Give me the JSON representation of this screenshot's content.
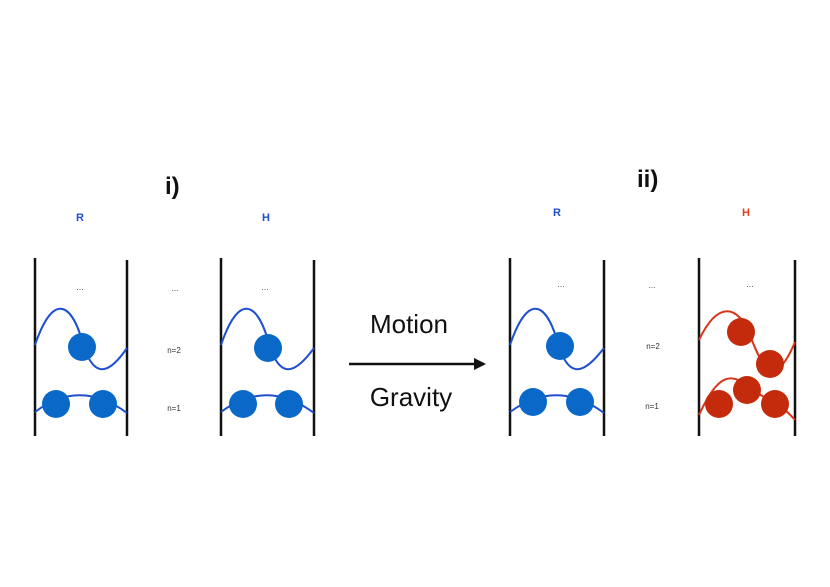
{
  "panels": {
    "left_label": "i)",
    "right_label": "ii)"
  },
  "boxes": [
    {
      "id": "i-R",
      "label": "R",
      "label_color": "#1f4fcf",
      "particle_color": "#0a68c9",
      "wave_color": "#1f4fcf",
      "dots": "..."
    },
    {
      "id": "i-H",
      "label": "H",
      "label_color": "#1f4fcf",
      "particle_color": "#0a68c9",
      "wave_color": "#1f4fcf",
      "dots": "..."
    },
    {
      "id": "ii-R",
      "label": "R",
      "label_color": "#1f4fcf",
      "particle_color": "#0a68c9",
      "wave_color": "#1f4fcf",
      "dots": "..."
    },
    {
      "id": "ii-H",
      "label": "H",
      "label_color": "#e0401f",
      "particle_color": "#c42a0c",
      "wave_color": "#d8361a",
      "dots": "..."
    }
  ],
  "levels": {
    "left": {
      "top": "...",
      "n2": "n=2",
      "n1": "n=1"
    },
    "right": {
      "top": "...",
      "n2": "n=2",
      "n1": "n=1"
    }
  },
  "arrow": {
    "top_text": "Motion",
    "bottom_text": "Gravity"
  }
}
